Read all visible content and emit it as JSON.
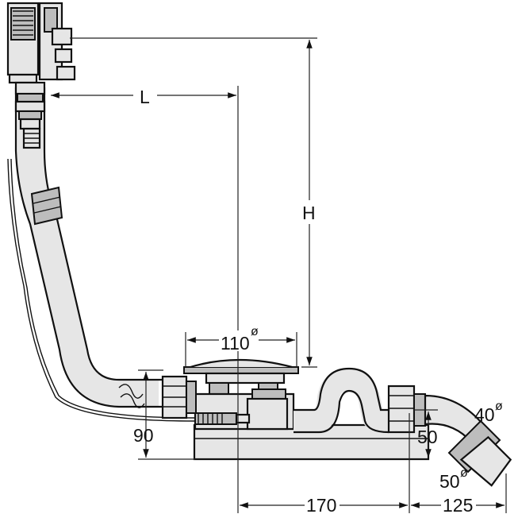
{
  "dimensions": {
    "L": "L",
    "H": "H",
    "d110": "110",
    "d90": "90",
    "d50": "50",
    "d40": "40",
    "d50b": "50",
    "d170": "170",
    "d125": "125"
  },
  "diameter_symbol": "ø",
  "colors": {
    "line": "#111111",
    "part_fill": "#e6e6e6",
    "part_shade": "#bdbdbd"
  }
}
